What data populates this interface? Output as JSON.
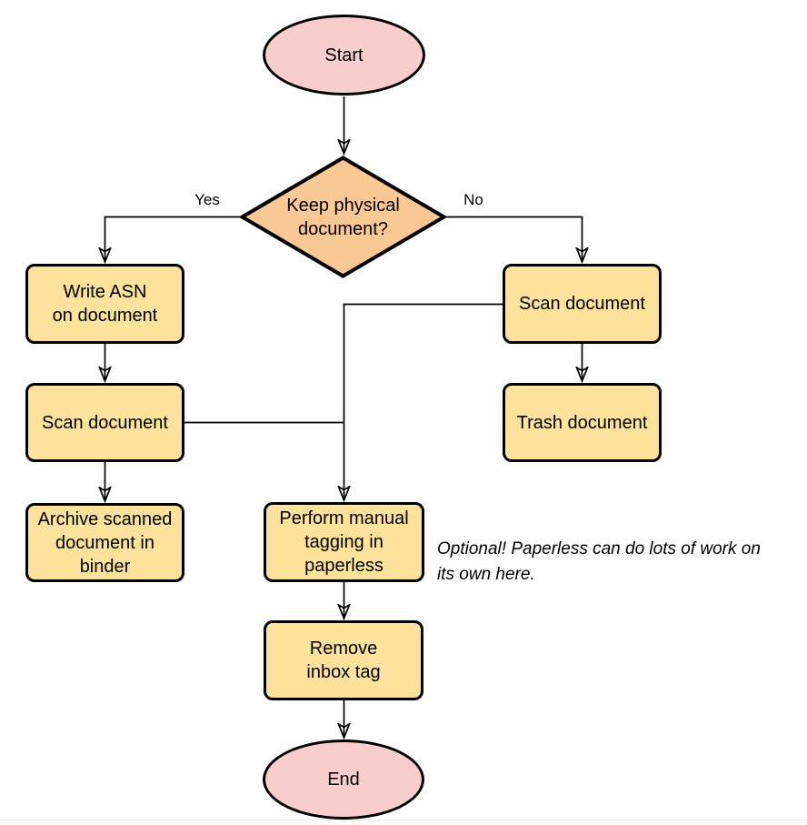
{
  "diagram_type": "flowchart",
  "colors": {
    "terminal_fill": "#f8cecc",
    "decision_fill": "#fac894",
    "process_fill": "#fce29a",
    "stroke": "#000000",
    "background": "#ffffff"
  },
  "nodes": {
    "start": {
      "label": "Start",
      "shape": "ellipse"
    },
    "decision": {
      "label": "Keep physical\ndocument?",
      "shape": "diamond"
    },
    "write_asn": {
      "label": "Write ASN\non document",
      "shape": "rounded-rect"
    },
    "scan_left": {
      "label": "Scan document",
      "shape": "rounded-rect"
    },
    "archive": {
      "label": "Archive scanned\ndocument in\nbinder",
      "shape": "rounded-rect"
    },
    "scan_right": {
      "label": "Scan document",
      "shape": "rounded-rect"
    },
    "trash": {
      "label": "Trash document",
      "shape": "rounded-rect"
    },
    "tagging": {
      "label": "Perform manual\ntagging in\npaperless",
      "shape": "rounded-rect"
    },
    "remove_inbox": {
      "label": "Remove\ninbox tag",
      "shape": "rounded-rect"
    },
    "end": {
      "label": "End",
      "shape": "ellipse"
    }
  },
  "edges": [
    {
      "from": "start",
      "to": "decision",
      "label": ""
    },
    {
      "from": "decision",
      "to": "write_asn",
      "label": "Yes"
    },
    {
      "from": "decision",
      "to": "scan_right",
      "label": "No"
    },
    {
      "from": "write_asn",
      "to": "scan_left",
      "label": ""
    },
    {
      "from": "scan_left",
      "to": "archive",
      "label": ""
    },
    {
      "from": "scan_right",
      "to": "trash",
      "label": ""
    },
    {
      "from": "scan_left",
      "to": "tagging",
      "label": ""
    },
    {
      "from": "scan_right",
      "to": "tagging",
      "label": ""
    },
    {
      "from": "tagging",
      "to": "remove_inbox",
      "label": ""
    },
    {
      "from": "remove_inbox",
      "to": "end",
      "label": ""
    }
  ],
  "annotation": {
    "text": "Optional! Paperless can do lots of work on\nits own here."
  }
}
